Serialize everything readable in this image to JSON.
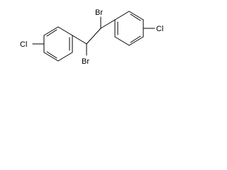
{
  "molecule": {
    "atom_labels": {
      "br_top": "Br",
      "br_bottom": "Br",
      "cl_left": "Cl",
      "cl_right": "Cl"
    }
  }
}
